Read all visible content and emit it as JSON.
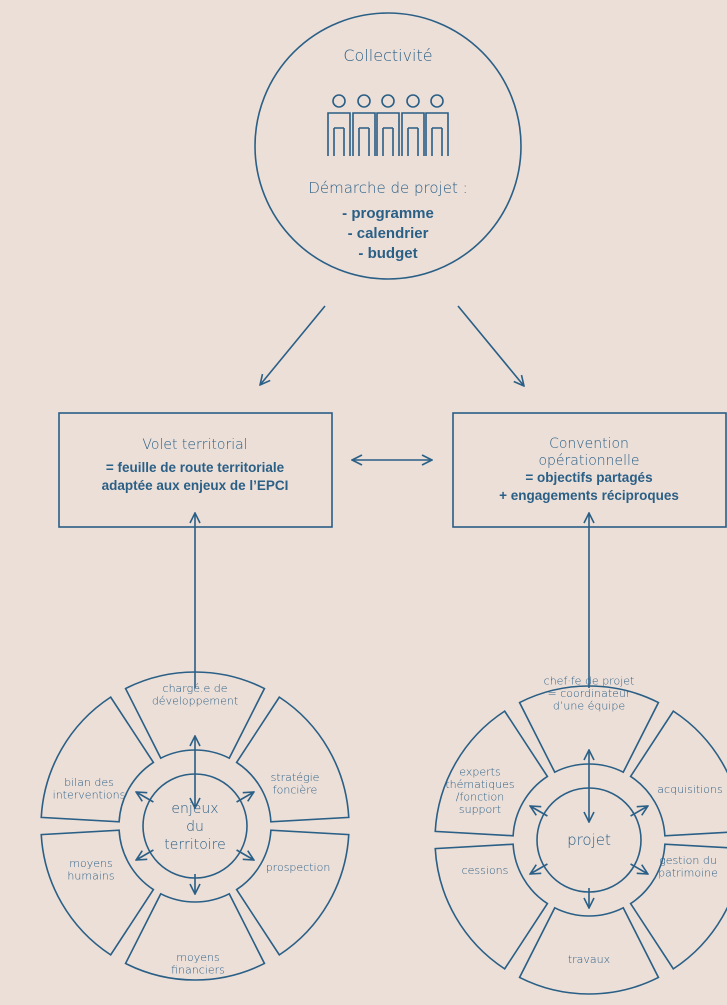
{
  "colors": {
    "background": "#ecdfd8",
    "line": "#2a5f86"
  },
  "top_circle": {
    "title": "Collectivité",
    "icon": "people-group-icon",
    "subtitle": "Démarche de projet :",
    "items": [
      "- programme",
      "- calendrier",
      "- budget"
    ]
  },
  "left_box": {
    "title": "Volet territorial",
    "lines": [
      "= feuille de route territoriale",
      "adaptée aux enjeux de l’EPCI"
    ]
  },
  "right_box": {
    "title_lines": [
      "Convention",
      "opérationnelle"
    ],
    "lines": [
      "= objectifs partagés",
      "+ engagements réciproques"
    ]
  },
  "left_wheel": {
    "center": [
      "enjeux",
      "du",
      "territoire"
    ],
    "segments": [
      [
        "chargé.e de",
        "développement"
      ],
      [
        "stratégie",
        "foncière"
      ],
      [
        "prospection"
      ],
      [
        "moyens",
        "financiers"
      ],
      [
        "moyens",
        "humains"
      ],
      [
        "bilan des",
        "interventions"
      ]
    ]
  },
  "right_wheel": {
    "center": [
      "projet"
    ],
    "segments": [
      [
        "chef·fe de projet",
        "= coordinateur",
        "d’une équipe"
      ],
      [
        "acquisitions"
      ],
      [
        "gestion du",
        "patrimoine"
      ],
      [
        "travaux"
      ],
      [
        "cessions"
      ],
      [
        "experts",
        "thématiques",
        "/fonction",
        "support"
      ]
    ]
  }
}
